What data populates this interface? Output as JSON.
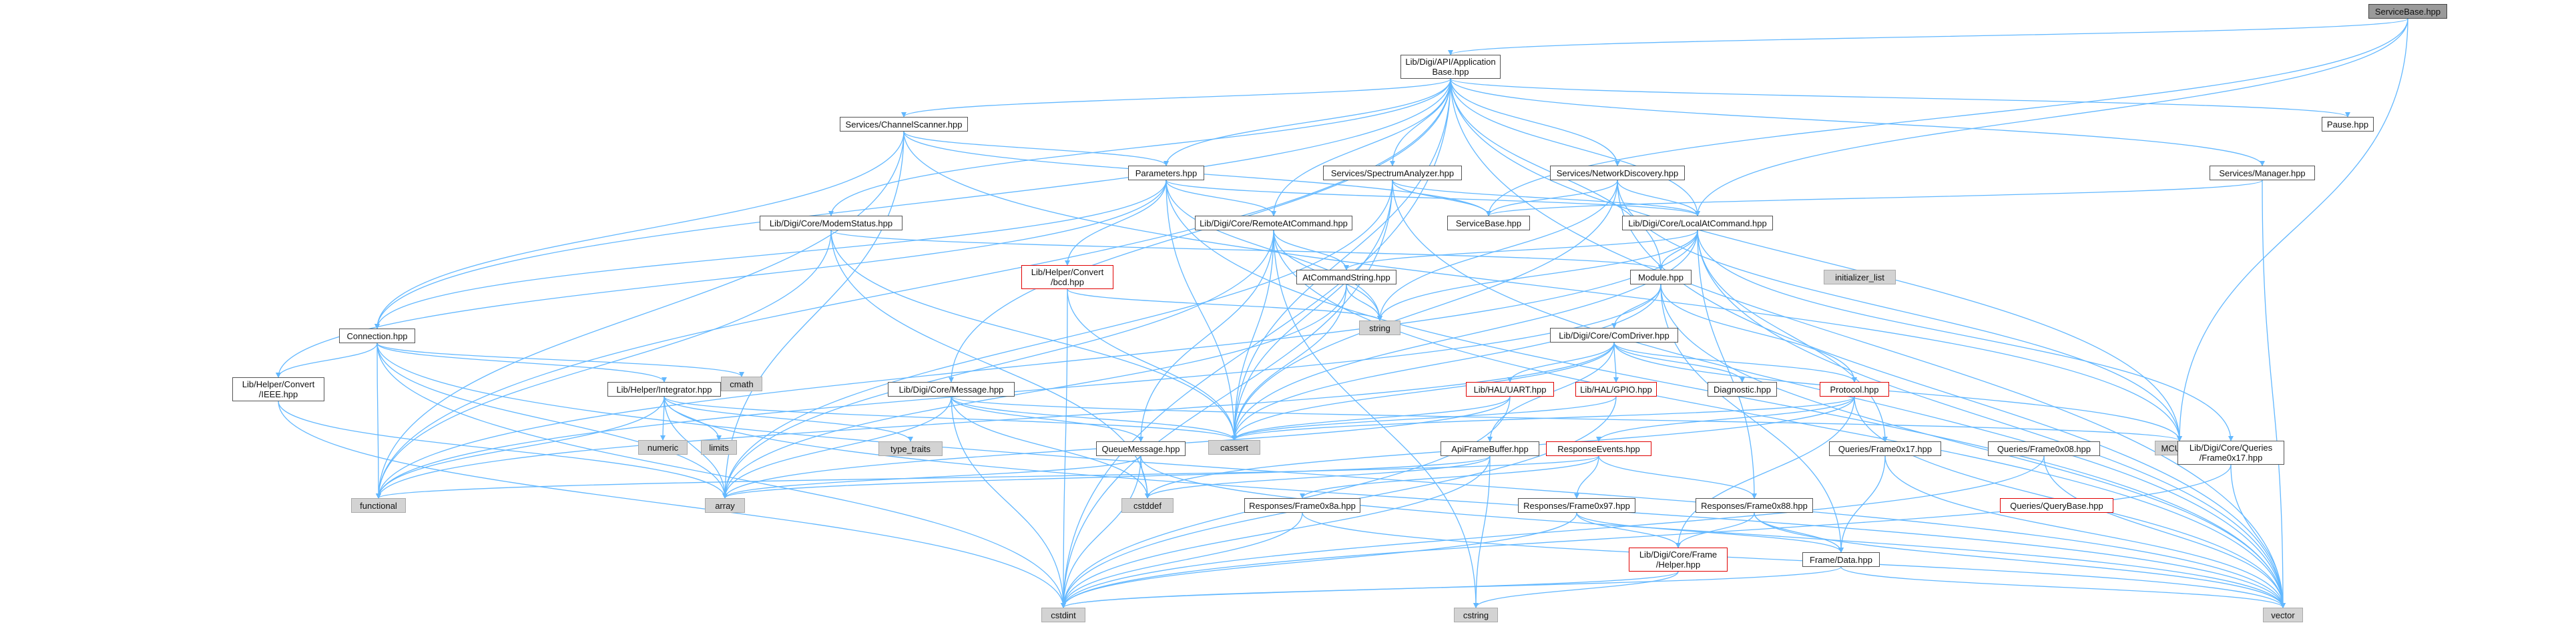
{
  "diagram": {
    "nodes": {
      "servicebase_root": "ServiceBase.hpp",
      "app_base": "Lib/Digi/API/Application\nBase.hpp",
      "channel_scanner": "Services/ChannelScanner.hpp",
      "pause": "Pause.hpp",
      "parameters": "Parameters.hpp",
      "spectrum": "Services/SpectrumAnalyzer.hpp",
      "netdisc": "Services/NetworkDiscovery.hpp",
      "manager": "Services/Manager.hpp",
      "modem_status": "Lib/Digi/Core/ModemStatus.hpp",
      "remote_at": "Lib/Digi/Core/RemoteAtCommand.hpp",
      "servicebase": "ServiceBase.hpp",
      "local_at": "Lib/Digi/Core/LocalAtCommand.hpp",
      "bcd": "Lib/Helper/Convert\n/bcd.hpp",
      "at_string": "AtCommandString.hpp",
      "module": "Module.hpp",
      "init_list": "initializer_list",
      "string": "string",
      "connection": "Connection.hpp",
      "cmath": "cmath",
      "ieee": "Lib/Helper/Convert\n/IEEE.hpp",
      "integrator": "Lib/Helper/Integrator.hpp",
      "comdriver": "Lib/Digi/Core/ComDriver.hpp",
      "uart": "Lib/HAL/UART.hpp",
      "gpio": "Lib/HAL/GPIO.hpp",
      "diagnostic": "Diagnostic.hpp",
      "protocol": "Protocol.hpp",
      "message": "Lib/Digi/Core/Message.hpp",
      "numeric": "numeric",
      "limits": "limits",
      "type_traits": "type_traits",
      "cassert": "cassert",
      "queue_msg": "QueueMessage.hpp",
      "apiframe": "ApiFrameBuffer.hpp",
      "resp_events": "ResponseEvents.hpp",
      "queries_0x17": "Queries/Frame0x17.hpp",
      "queries_0x08": "Queries/Frame0x08.hpp",
      "mcu": "MCU.hpp",
      "queries_core": "Lib/Digi/Core/Queries\n/Frame0x17.hpp",
      "functional": "functional",
      "array": "array",
      "cstddef": "cstddef",
      "resp_0x8a": "Responses/Frame0x8a.hpp",
      "resp_0x97": "Responses/Frame0x97.hpp",
      "resp_0x88": "Responses/Frame0x88.hpp",
      "query_base": "Queries/QueryBase.hpp",
      "frame_helper": "Lib/Digi/Core/Frame\n/Helper.hpp",
      "frame_data": "Frame/Data.hpp",
      "cstdint": "cstdint",
      "cstring": "cstring",
      "vector": "vector"
    },
    "colors": {
      "edge": "#63b8ff",
      "node_border": "#555555",
      "red_border": "#e00000",
      "system_fill": "#d3d3d3",
      "root_fill": "#9a9a9a"
    }
  }
}
